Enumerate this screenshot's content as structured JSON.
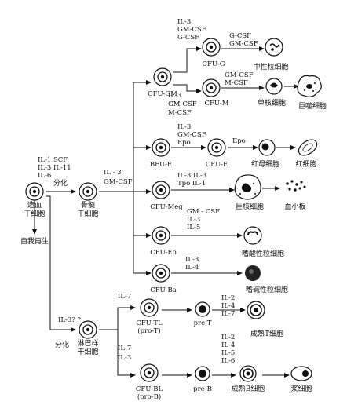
{
  "stem_cell": {
    "name": "造血\n干细胞",
    "self_renewal": "自我再生"
  },
  "to_myeloid": {
    "factors": "IL-1  SCF\nIL-3  IL-11\nIL-6",
    "action": "分化"
  },
  "myeloid_stem": {
    "name": "骨髓\n干细胞",
    "factors": "IL - 3\nGM-CSF"
  },
  "gm_branch": {
    "factors_in": "IL-3\nGM-CSF\nG-CSF",
    "cfu_gm": "CFU-GM",
    "cfu_g": "CFU-G",
    "factors_g": "G-CSF\nGM-CSF",
    "neutrophil": "中性粒细胞",
    "factors_m_in": "IL-3\nGM-CSF\nM-CSF",
    "cfu_m": "CFU-M",
    "factors_m_out": "GM-CSF\nM-CSF",
    "monocyte": "单核细胞",
    "macrophage": "巨噬细胞"
  },
  "erythroid": {
    "factors_in": "IL-3\nGM-CSF\nEpo",
    "bfu_e": "BFU-E",
    "cfu_e": "CFU-E",
    "factor_out": "Epo",
    "nucleated_rbc": "红母细胞",
    "rbc": "红细胞"
  },
  "megakaryocyte": {
    "factors": "IL-3  IL-3\nTpo IL-1",
    "cfu_meg": "CFU-Meg",
    "megakaryocyte": "巨核细胞",
    "platelet": "血小板"
  },
  "eosinophil": {
    "factors": "GM - CSF\nIL-3\nIL-5",
    "cfu_eo": "CFU-Eo",
    "cell": "嗜酸性粒细胞"
  },
  "basophil": {
    "factors": "IL-3\nIL-4",
    "cfu_ba": "CFU-Ba",
    "cell": "嗜碱性粒细胞"
  },
  "lymphoid": {
    "factors_in": "IL-3? ?",
    "action": "分化",
    "name": "淋巴样\n干细胞",
    "t_factor_in": "IL-7",
    "cfu_tl": "CFU-TL\n(pro-T)",
    "pre_t": "pre-T",
    "t_factors_out": "IL-2\nIL-4\nIL-7",
    "mature_t": "成熟T细胞",
    "b_factors_in": "IL-7\nIL-3",
    "cfu_bl": "CFU-BL\n(pro-B)",
    "pre_b": "pre-B",
    "b_factors_out": "IL-2\nIL-4\nIL-5\nIL-6",
    "mature_b": "成熟B细胞",
    "plasma": "浆细胞"
  }
}
